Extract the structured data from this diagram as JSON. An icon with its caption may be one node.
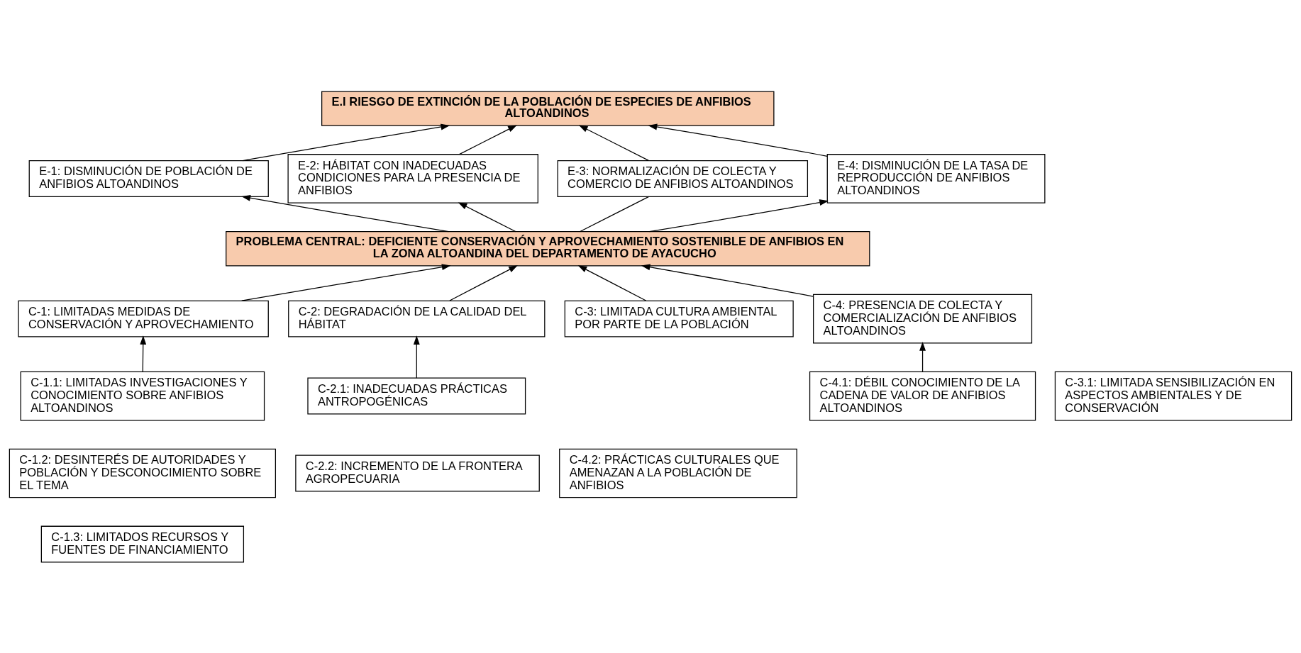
{
  "diagram": {
    "nodes": [
      {
        "text": [
          "E.I RIESGO DE EXTINCIÓN DE LA POBLACIÓN DE ESPECIES DE ANFIBIOS ALTOANDINOS"
        ]
      },
      {
        "text": [
          "E-1: DISMINUCIÓN DE POBLACIÓN DE ANFIBIOS ALTOANDINOS"
        ]
      },
      {
        "text": [
          "E-2: HÁBITAT CON INADECUADAS CONDICIONES PARA LA PRESENCIA DE ANFIBIOS"
        ]
      },
      {
        "text": [
          "E-3: NORMALIZACIÓN DE COLECTA Y COMERCIO DE ANFIBIOS ALTOANDINOS"
        ]
      },
      {
        "text": [
          "E-4: DISMINUCIÓN DE LA TASA DE REPRODUCCIÓN DE ANFIBIOS ALTOANDINOS"
        ]
      },
      {
        "text": [
          "PROBLEMA CENTRAL: DEFICIENTE CONSERVACIÓN Y APROVECHAMIENTO SOSTENIBLE DE ANFIBIOS EN LA ZONA ALTOANDINA DEL DEPARTAMENTO DE AYACUCHO"
        ]
      },
      {
        "text": [
          "C-1: LIMITADAS MEDIDAS DE CONSERVACIÓN Y APROVECHAMIENTO"
        ]
      },
      {
        "text": [
          "C-2: DEGRADACIÓN DE LA CALIDAD DEL HÁBITAT"
        ]
      },
      {
        "text": [
          "C-3: LIMITADA CULTURA AMBIENTAL POR PARTE DE LA POBLACIÓN"
        ]
      },
      {
        "text": [
          "C-4: PRESENCIA DE COLECTA Y COMERCIALIZACIÓN DE ANFIBIOS ALTOANDINOS"
        ]
      },
      {
        "text": [
          "C-1.1: LIMITADAS INVESTIGACIONES Y CONOCIMIENTO SOBRE ANFIBIOS ALTOANDINOS"
        ]
      },
      {
        "text": [
          "C-1.2: DESINTERÉS DE AUTORIDADES Y POBLACIÓN Y DESCONOCIMIENTO SOBRE EL TEMA"
        ]
      },
      {
        "text": [
          "C-1.3: LIMITADOS RECURSOS Y FUENTES DE FINANCIAMIENTO"
        ]
      },
      {
        "text": [
          "C-2.1: INADECUADAS PRÁCTICAS ANTROPOGÉNICAS"
        ]
      },
      {
        "text": [
          "C-2.2: INCREMENTO DE LA FRONTERA AGROPECUARIA"
        ]
      },
      {
        "text": [
          "C-3.1: LIMITADA SENSIBILIZACIÓN EN ASPECTOS AMBIENTALES Y DE CONSERVACIÓN"
        ]
      },
      {
        "text": [
          "C-4.1: DÉBIL CONOCIMIENTO DE LA CADENA DE VALOR DE ANFIBIOS ALTOANDINOS"
        ]
      },
      {
        "text": [
          "C-4.2: PRÁCTICAS CULTURALES QUE AMENAZAN A LA POBLACIÓN DE ANFIBIOS"
        ]
      }
    ],
    "edges": [
      {
        "from": 1,
        "to": 0,
        "arrow": "to"
      },
      {
        "from": 2,
        "to": 0,
        "arrow": "to"
      },
      {
        "from": 3,
        "to": 0,
        "arrow": "to"
      },
      {
        "from": 4,
        "to": 0,
        "arrow": "to"
      },
      {
        "from": 5,
        "to": 1,
        "arrow": "to"
      },
      {
        "from": 5,
        "to": 2,
        "arrow": "to"
      },
      {
        "from": 5,
        "to": 3,
        "arrow": "none"
      },
      {
        "from": 5,
        "to": 4,
        "arrow": "to"
      },
      {
        "from": 6,
        "to": 5,
        "arrow": "to"
      },
      {
        "from": 7,
        "to": 5,
        "arrow": "to"
      },
      {
        "from": 8,
        "to": 5,
        "arrow": "to"
      },
      {
        "from": 9,
        "to": 5,
        "arrow": "to"
      },
      {
        "from": 10,
        "to": 6,
        "arrow": "to"
      },
      {
        "from": 13,
        "to": 7,
        "arrow": "to"
      },
      {
        "from": 16,
        "to": 9,
        "arrow": "to"
      }
    ]
  }
}
